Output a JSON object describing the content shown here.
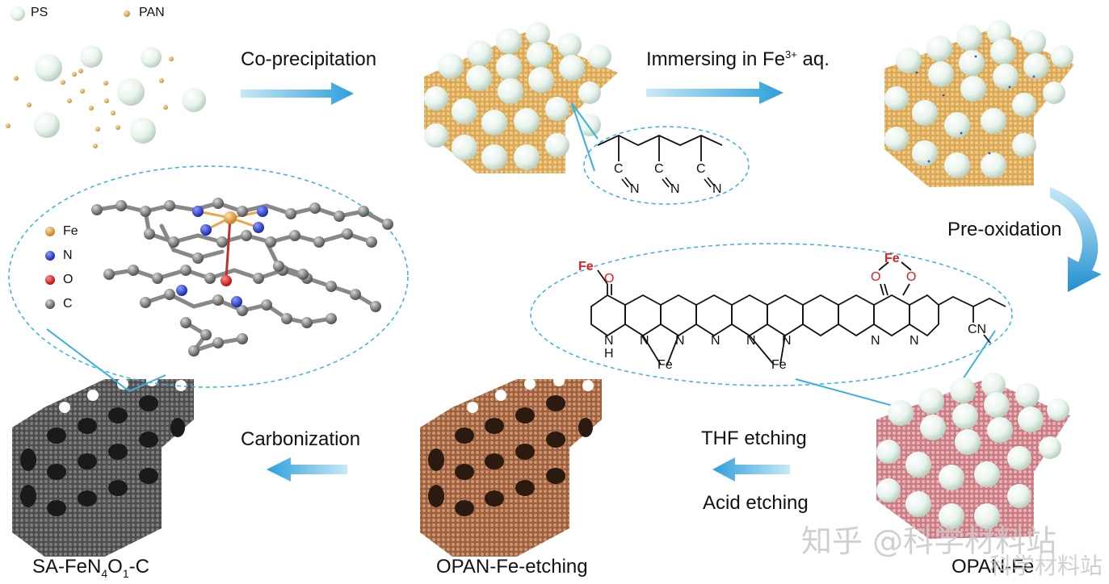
{
  "legend_top": {
    "ps": "PS",
    "pan": "PAN"
  },
  "steps": {
    "coprecipitation": "Co-precipitation",
    "immersing_prefix": "Immersing in Fe",
    "immersing_sup": "3+",
    "immersing_suffix": " aq.",
    "preoxidation": "Pre-oxidation",
    "thf_etching": "THF etching",
    "acid_etching": "Acid etching",
    "carbonization": "Carbonization"
  },
  "products": {
    "sa_prefix": "SA-FeN",
    "sa_sub1": "4",
    "sa_mid": "O",
    "sa_sub2": "1",
    "sa_suffix": "-C",
    "opan_fe_etching": "OPAN-Fe-etching",
    "opan_fe": "OPAN-Fe"
  },
  "atom_legend": {
    "fe": "Fe",
    "n": "N",
    "o": "O",
    "c": "C"
  },
  "pan_structure": {
    "c": "C",
    "n": "N"
  },
  "opan_structure": {
    "fe": "Fe",
    "o": "O",
    "n": "N",
    "nh": "N",
    "h": "H",
    "cn": "CN"
  },
  "watermark": {
    "main": "知乎 @科学材料站",
    "secondary": "科学材料站"
  },
  "colors": {
    "arrow": "#3aa8e0",
    "dash": "#3ab0e0",
    "ps_sphere": "#e6f3ea",
    "pan_dot": "#e2b35a",
    "fe_atom": "#e8a74a",
    "n_atom": "#2b3fd6",
    "o_atom": "#e02020",
    "c_atom": "#777777",
    "opan_frame": "#cc8e67",
    "carbon_frame": "#6e6e6e",
    "oxidized_frame": "#e1a3a8",
    "fe_red": "#e02020"
  }
}
